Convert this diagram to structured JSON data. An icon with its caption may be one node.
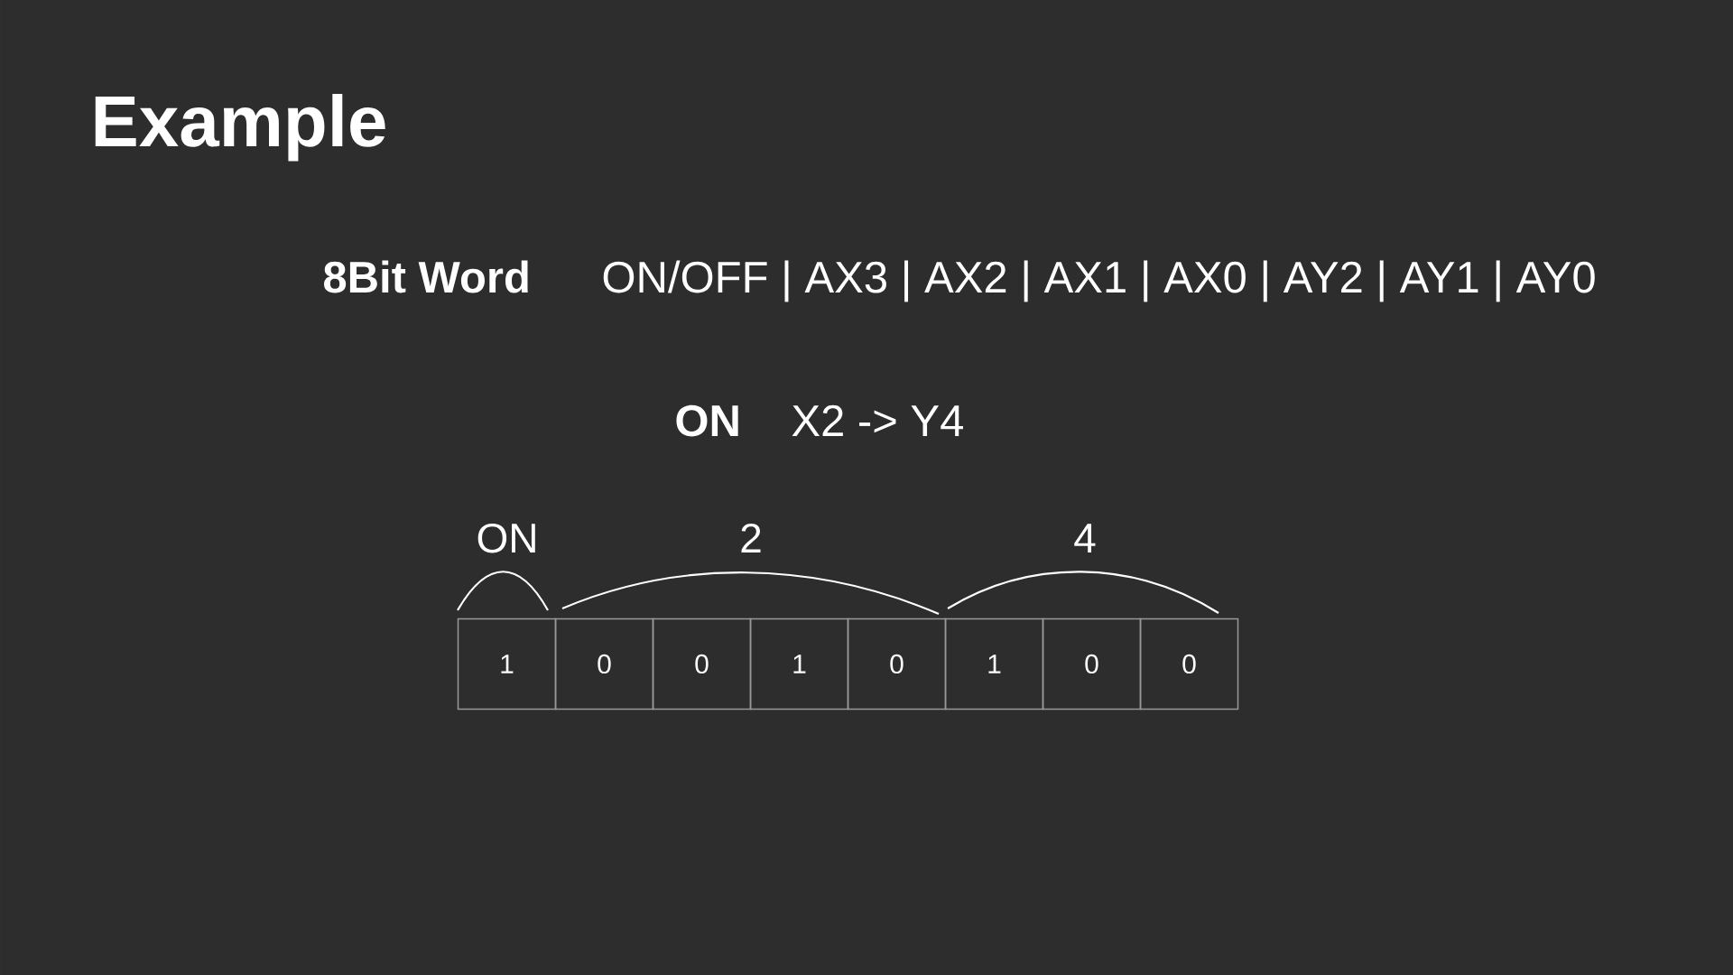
{
  "diagram": {
    "title": "Example",
    "nodes": [
      {
        "text": [
          "1"
        ]
      },
      {
        "text": [
          "0"
        ]
      },
      {
        "text": [
          "0"
        ]
      },
      {
        "text": [
          "1"
        ]
      },
      {
        "text": [
          "0"
        ]
      },
      {
        "text": [
          "1"
        ]
      },
      {
        "text": [
          "0"
        ]
      },
      {
        "text": [
          "0"
        ]
      }
    ],
    "labels": [
      "8Bit Word",
      "ON/OFF | AX3 | AX2 | AX1 | AX0 | AY2 | AY1 | AY0",
      "ON",
      "X2 -> Y4",
      "ON",
      "2",
      "4"
    ]
  }
}
